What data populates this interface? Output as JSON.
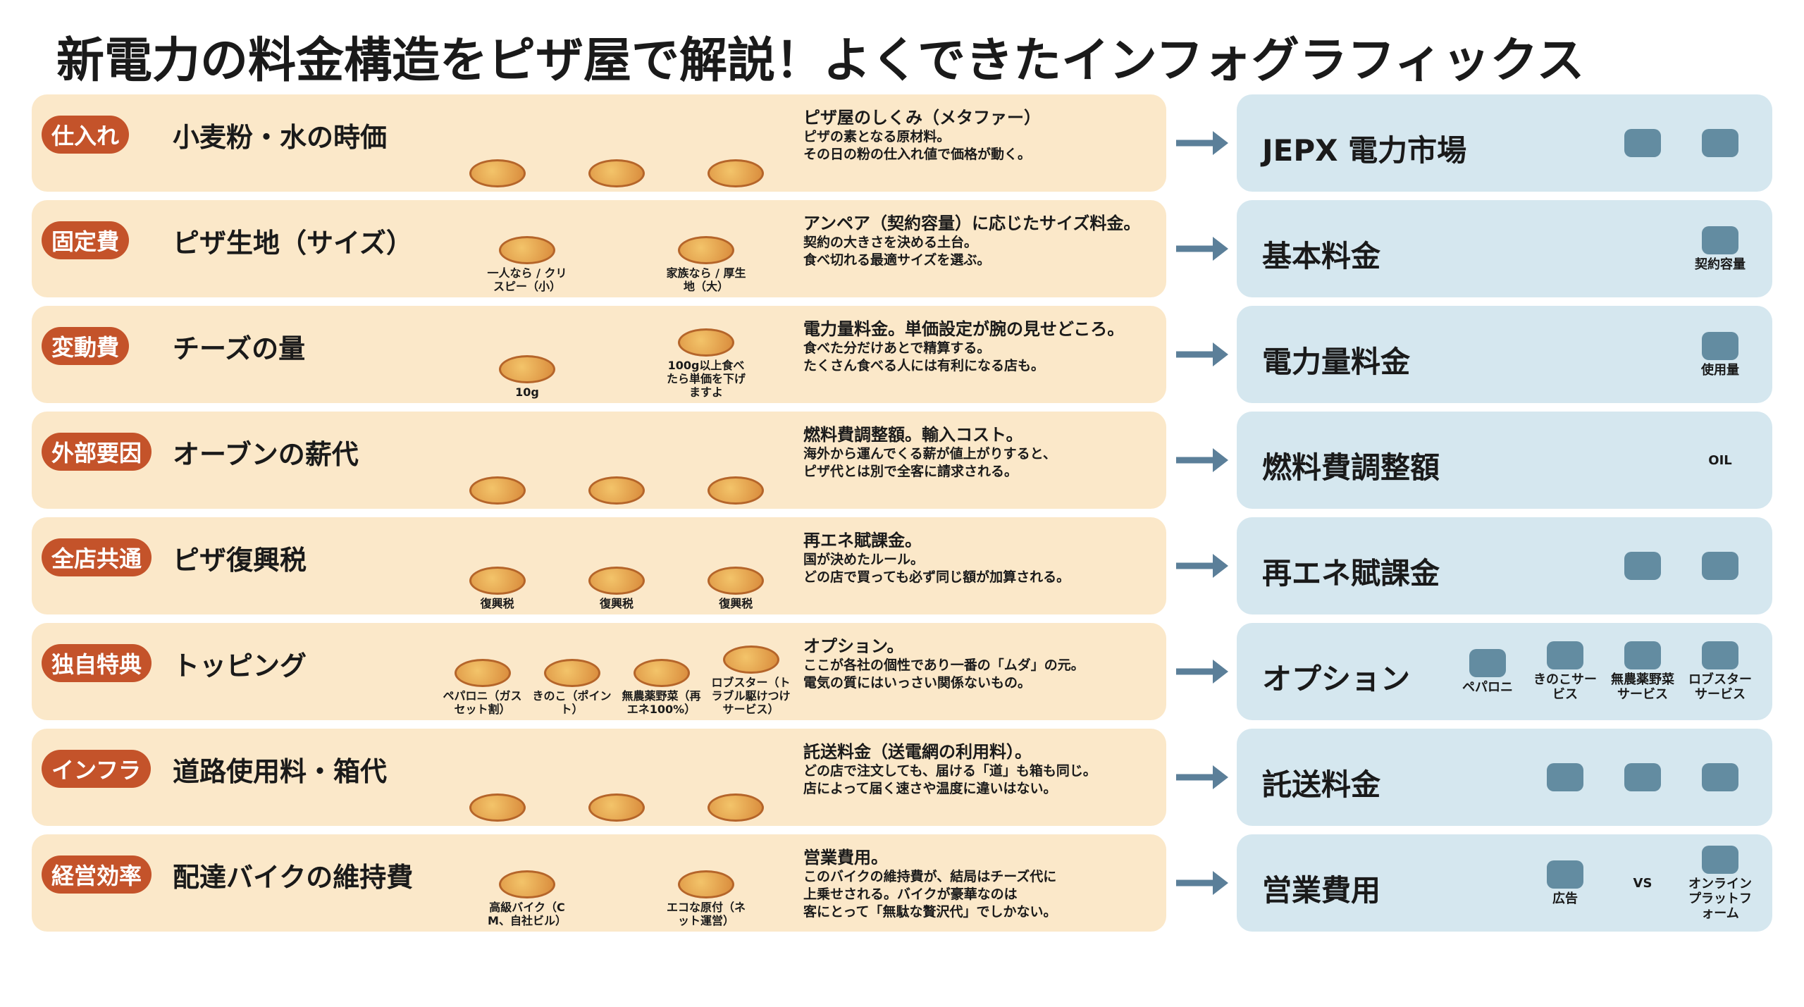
{
  "title": "新電力の料金構造をピザ屋で解説！よくできたインフォグラフィックス",
  "colors": {
    "badge": "#c4532a",
    "left_panel": "#fbe8c9",
    "right_panel": "#d5e7ef",
    "arrow": "#5b7f99"
  },
  "rows": [
    {
      "badge": "仕入れ",
      "title": "小麦粉・水の時価",
      "illus": [
        "",
        "",
        ""
      ],
      "desc_head": "ピザ屋のしくみ（メタファー）",
      "desc": [
        "ピザの素となる原材料。",
        "その日の粉の仕入れ値で価格が動く。"
      ],
      "right_title": "JEPX 電力市場",
      "right_labels": [
        "",
        ""
      ]
    },
    {
      "badge": "固定費",
      "title": "ピザ生地（サイズ）",
      "illus": [
        "一人なら / クリスピー（小）",
        "家族なら / 厚生地（大）"
      ],
      "desc_head": "アンペア（契約容量）に応じたサイズ料金。",
      "desc": [
        "契約の大きさを決める土台。",
        "食べ切れる最適サイズを選ぶ。"
      ],
      "right_title": "基本料金",
      "right_labels": [
        "契約容量"
      ]
    },
    {
      "badge": "変動費",
      "title": "チーズの量",
      "illus": [
        "10g",
        "100g以上食べたら単価を下げますよ"
      ],
      "desc_head": "電力量料金。単価設定が腕の見せどころ。",
      "desc": [
        "食べた分だけあとで精算する。",
        "たくさん食べる人には有利になる店も。"
      ],
      "right_title": "電力量料金",
      "right_labels": [
        "使用量"
      ]
    },
    {
      "badge": "外部要因",
      "title": "オーブンの薪代",
      "illus": [
        "",
        "",
        ""
      ],
      "desc_head": "燃料費調整額。輸入コスト。",
      "desc": [
        "海外から運んでくる薪が値上がりすると、",
        "ピザ代とは別で全客に請求される。"
      ],
      "right_title": "燃料費調整額",
      "right_labels": [
        "OIL"
      ]
    },
    {
      "badge": "全店共通",
      "title": "ピザ復興税",
      "illus": [
        "復興税",
        "復興税",
        "復興税"
      ],
      "desc_head": "再エネ賦課金。",
      "desc": [
        "国が決めたルール。",
        "どの店で買っても必ず同じ額が加算される。"
      ],
      "right_title": "再エネ賦課金",
      "right_labels": [
        "",
        ""
      ]
    },
    {
      "badge": "独自特典",
      "title": "トッピング",
      "illus": [
        "ペパロニ（ガスセット割）",
        "きのこ（ポイント）",
        "無農薬野菜（再エネ100%）",
        "ロブスター（トラブル駆けつけサービス）"
      ],
      "desc_head": "オプション。",
      "desc": [
        "ここが各社の個性であり一番の「ムダ」の元。",
        "電気の質にはいっさい関係ないもの。"
      ],
      "right_title": "オプション",
      "right_labels": [
        "ペパロニ",
        "きのこサービス",
        "無農薬野菜サービス",
        "ロブスターサービス"
      ]
    },
    {
      "badge": "インフラ",
      "title": "道路使用料・箱代",
      "illus": [
        "",
        "",
        ""
      ],
      "desc_head": "託送料金（送電網の利用料）。",
      "desc": [
        "どの店で注文しても、届ける「道」も箱も同じ。",
        "店によって届く速さや温度に違いはない。"
      ],
      "right_title": "託送料金",
      "right_labels": [
        "",
        "",
        ""
      ]
    },
    {
      "badge": "経営効率",
      "title": "配達バイクの維持費",
      "illus": [
        "高級バイク（CM、自社ビル）",
        "エコな原付（ネット運営）"
      ],
      "desc_head": "営業費用。",
      "desc": [
        "このバイクの維持費が、結局はチーズ代に",
        "上乗せされる。バイクが豪華なのは",
        "客にとって「無駄な贅沢代」でしかない。"
      ],
      "right_title": "営業費用",
      "right_labels": [
        "広告",
        "VS",
        "オンラインプラットフォーム"
      ]
    }
  ]
}
